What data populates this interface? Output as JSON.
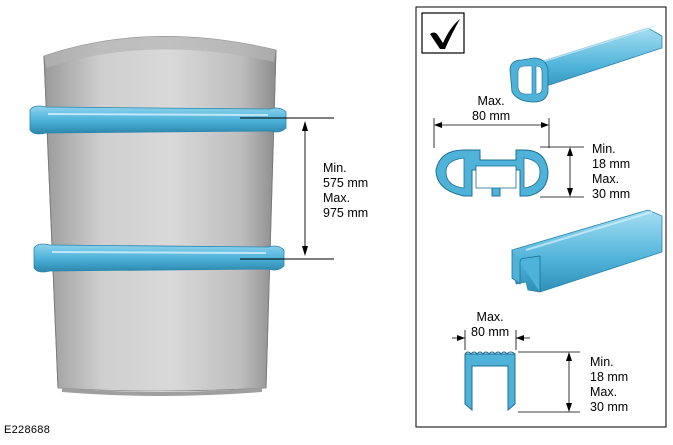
{
  "figure_id": "E228688",
  "left_panel": {
    "spacing_min": "Min.",
    "spacing_min_value": "575 mm",
    "spacing_max": "Max.",
    "spacing_max_value": "975 mm"
  },
  "right_panel": {
    "check_icon": "check-mark-icon",
    "round_bar": {
      "width_max": "Max.",
      "width_max_value": "80 mm",
      "height_min": "Min.",
      "height_min_value": "18 mm",
      "height_max": "Max.",
      "height_max_value": "30 mm"
    },
    "square_bar": {
      "width_max": "Max.",
      "width_max_value": "80 mm",
      "height_min": "Min.",
      "height_min_value": "18 mm",
      "height_max": "Max.",
      "height_max_value": "30 mm"
    }
  },
  "colors": {
    "bar": "#4fb3d9",
    "bar_dark": "#2a86ad",
    "roof": "#c9c9c9"
  }
}
